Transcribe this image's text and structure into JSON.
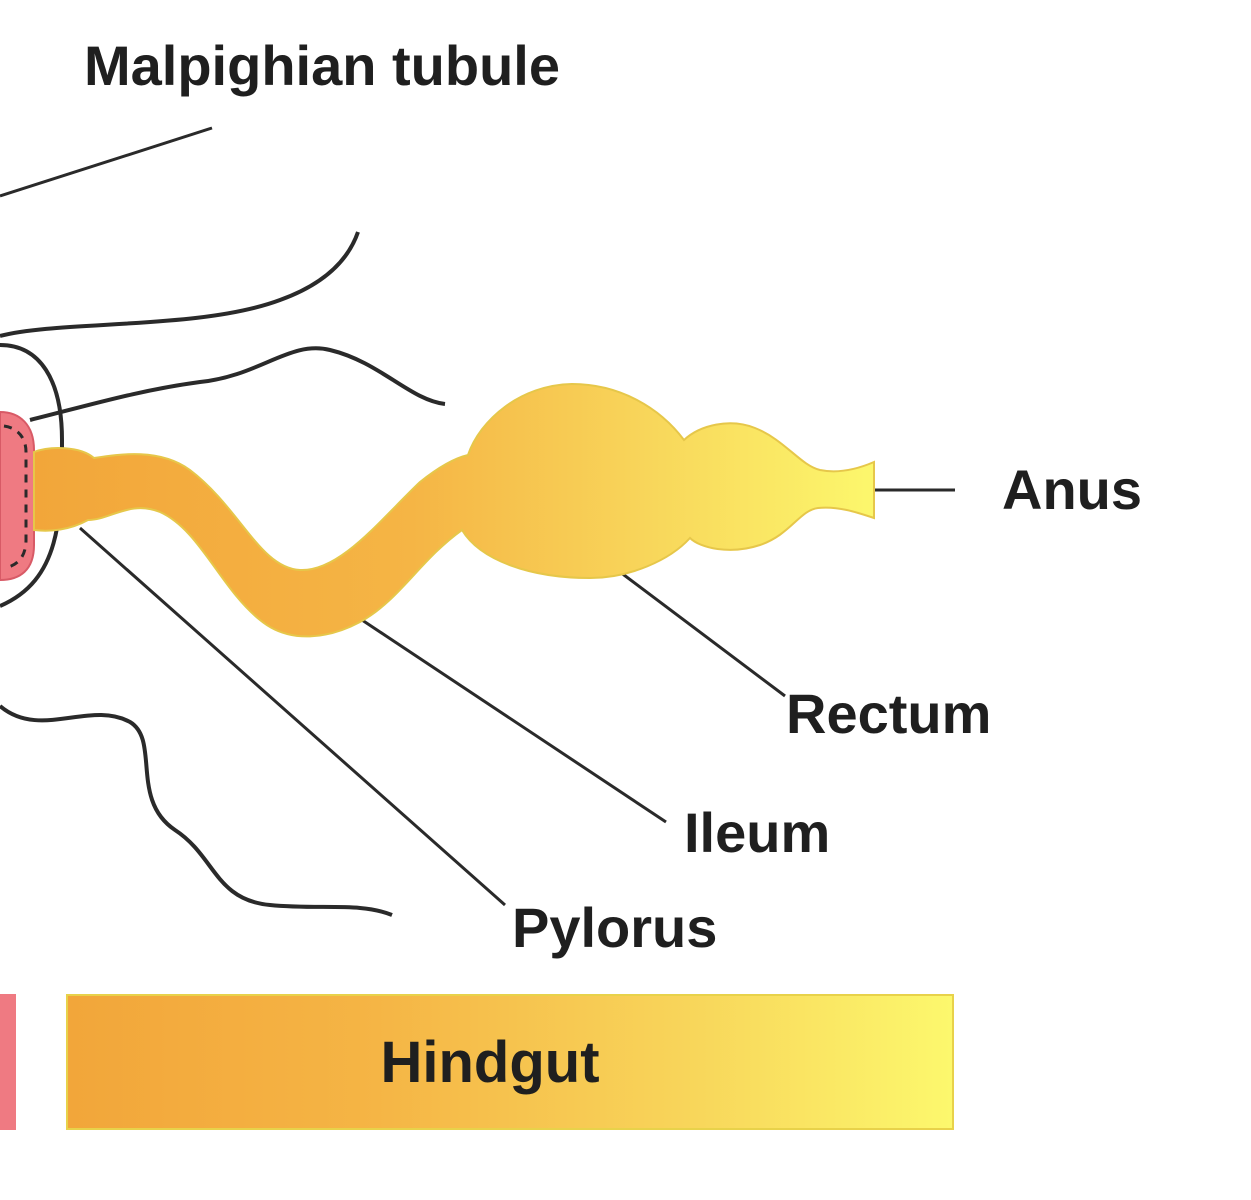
{
  "labels": {
    "malpighian_tubule": "Malpighian tubule",
    "anus": "Anus",
    "rectum": "Rectum",
    "ileum": "Ileum",
    "pylorus": "Pylorus",
    "hindgut": "Hindgut"
  },
  "colors": {
    "hindgut_start": "#f2a63a",
    "hindgut_end": "#fcf86d",
    "midgut": "#ef7a82",
    "outline": "#2a2a2a"
  }
}
